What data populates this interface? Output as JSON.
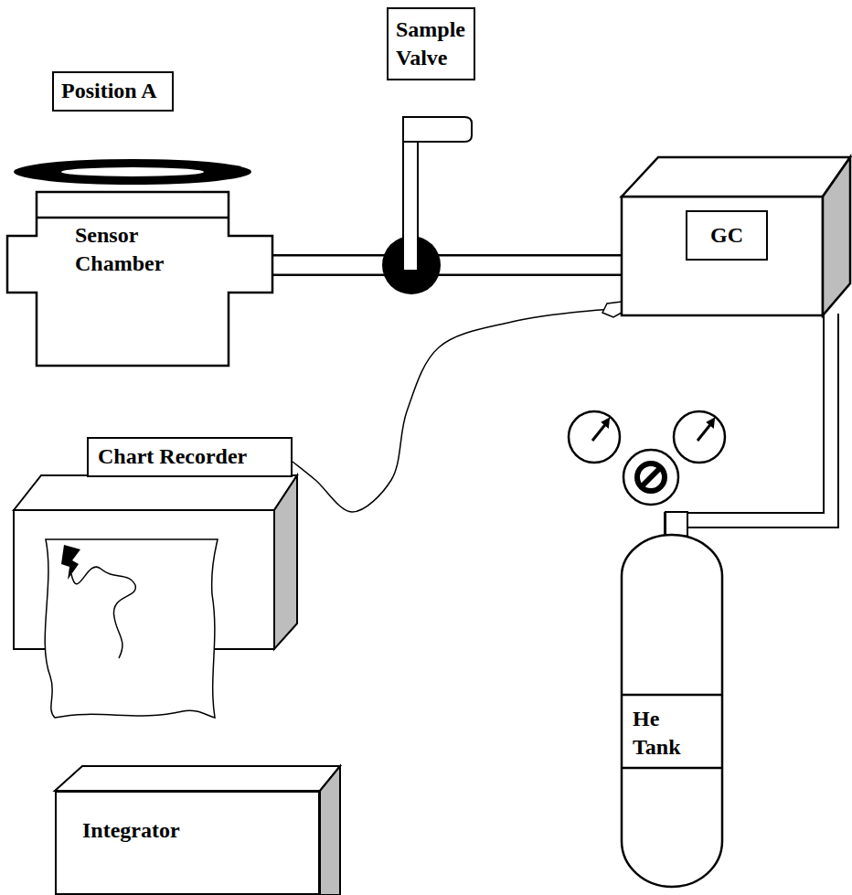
{
  "diagram": {
    "nodes": [
      {
        "text": [
          "Sample Valve"
        ]
      },
      {
        "text": [
          "Position A"
        ]
      },
      {
        "text": [
          "Sensor Chamber"
        ]
      },
      {
        "text": [
          "GC"
        ]
      },
      {
        "text": [
          "Chart Recorder"
        ]
      },
      {
        "text": [
          "He Tank"
        ]
      },
      {
        "text": [
          "Integrator"
        ]
      }
    ],
    "edges": [
      {
        "from": 2,
        "to": 3,
        "arrow": "none"
      },
      {
        "from": 3,
        "to": 4,
        "arrow": "none"
      },
      {
        "from": 5,
        "to": 3,
        "arrow": "none"
      }
    ]
  }
}
